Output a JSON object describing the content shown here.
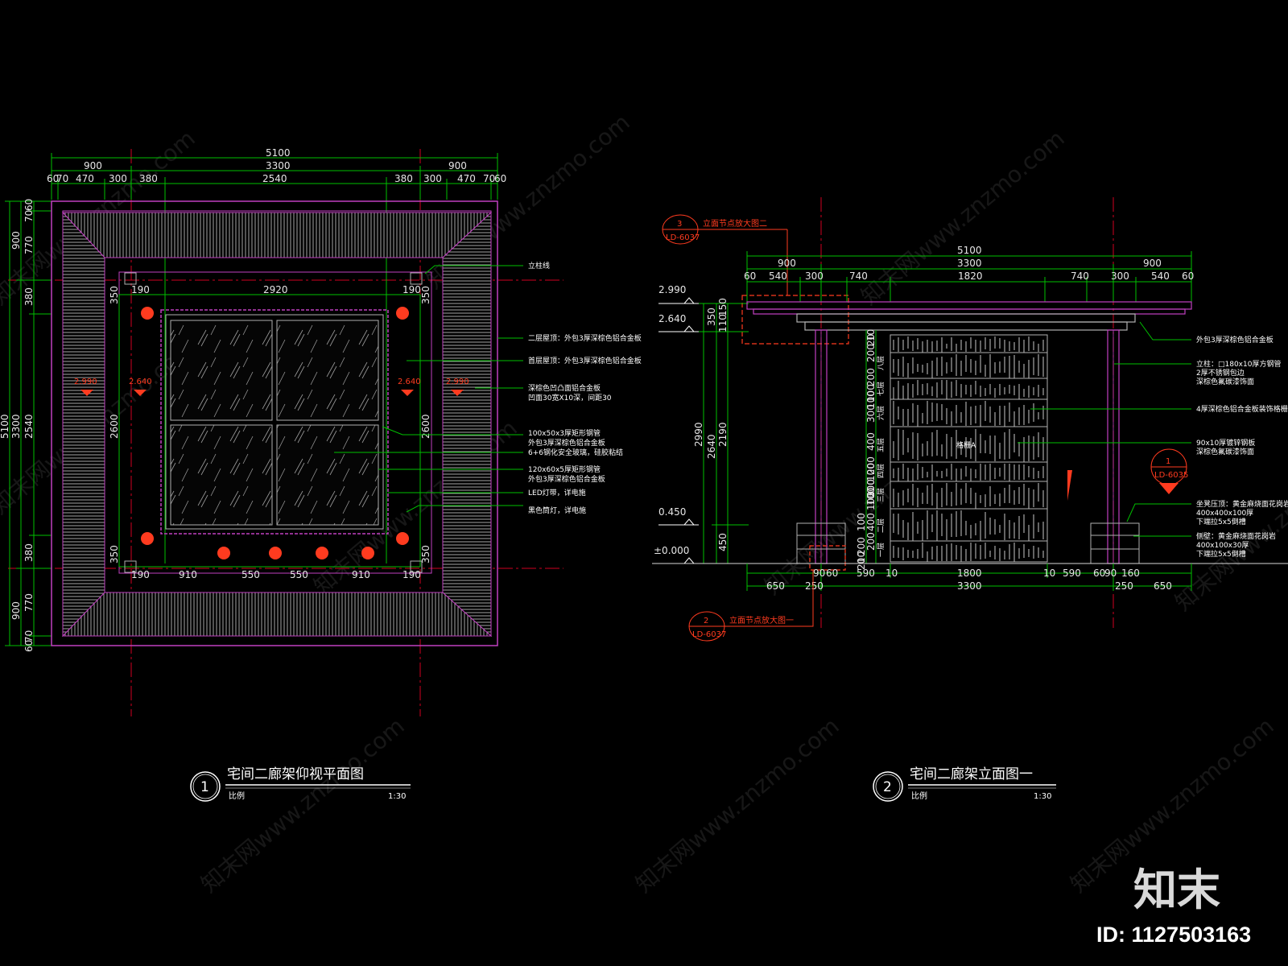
{
  "plan": {
    "dims_top_total": "5100",
    "dims_top_row2": [
      "900",
      "3300",
      "900"
    ],
    "dims_top_row3": [
      "60",
      "70",
      "470",
      "300",
      "380",
      "2540",
      "380",
      "300",
      "470",
      "70",
      "60"
    ],
    "dims_left_total": "5100",
    "dims_left_row2": [
      "900",
      "3300",
      "900"
    ],
    "dims_left_row3": [
      "60",
      "70",
      "770",
      "380",
      "2540",
      "380",
      "770",
      "70",
      "60"
    ],
    "dims_inner_top": [
      "190",
      "2920",
      "190"
    ],
    "dims_inner_bottom": [
      "190",
      "910",
      "550",
      "550",
      "910",
      "190"
    ],
    "dims_inner_left": [
      "350",
      "2600",
      "350"
    ],
    "dims_inner_right": [
      "350",
      "2600",
      "350"
    ],
    "levels": [
      "2.990",
      "2.640",
      "2.640",
      "2.990"
    ],
    "notes": [
      "立柱线",
      "二层屋顶：外包3厚深棕色铝合金板",
      "首层屋顶：外包3厚深棕色铝合金板",
      "深棕色凹凸面铝合金板",
      "凹面30宽X10深，间距30",
      "100x50x3厚矩形钢管",
      "外包3厚深棕色铝合金板",
      "6+6钢化安全玻璃，硅胶粘结",
      "120x60x5厚矩形钢管",
      "外包3厚深棕色铝合金板",
      "LED灯带，详电施",
      "黑色筒灯，详电施"
    ],
    "title": "宅间二廊架仰视平面图",
    "scale_label": "比例",
    "scale_value": "1:30",
    "number": "1"
  },
  "elev": {
    "callout_top": {
      "num": "3",
      "ref": "LD-6037",
      "label": "立面节点放大图二"
    },
    "callout_bottom": {
      "num": "2",
      "ref": "LD-6037",
      "label": "立面节点放大图一"
    },
    "callout_right": {
      "num": "1",
      "ref": "LD-6035"
    },
    "dims_top_total": "5100",
    "dims_top_row2": [
      "900",
      "3300",
      "900"
    ],
    "dims_top_row3": [
      "60",
      "540",
      "300",
      "740",
      "1820",
      "740",
      "300",
      "540",
      "60"
    ],
    "dims_bottom_row1": [
      "90",
      "60",
      "590",
      "10",
      "1800",
      "10",
      "590",
      "60",
      "90",
      "160"
    ],
    "dims_bottom_row2": [
      "650",
      "250",
      "3300",
      "250",
      "650"
    ],
    "dims_left_outer": [
      "350",
      "2990"
    ],
    "dims_left_inner": [
      "150",
      "110",
      "2640",
      "450"
    ],
    "dims_left_inner2": [
      "2190"
    ],
    "panel_dims": [
      "10",
      "200",
      "20",
      "200",
      "100",
      "300",
      "100",
      "400",
      "200",
      "100",
      "200",
      "100",
      "300",
      "100",
      "400",
      "200",
      "100",
      "200",
      "10",
      "20"
    ],
    "panel_rows": [
      "八层",
      "七层",
      "六层",
      "五层",
      "四层",
      "三层",
      "二层",
      "一层"
    ],
    "panel_label": "格栅A",
    "levels": [
      "2.990",
      "2.640",
      "0.450",
      "±0.000"
    ],
    "notes": [
      "外包3厚深棕色铝合金板",
      "立柱：□180x10厚方钢管",
      "2厚不锈钢包边",
      "深棕色氟碳漆饰面",
      "4厚深棕色铝合金板装饰格栅",
      "90x10厚镀锌钢板",
      "深棕色氟碳漆饰面",
      "坐凳压顶：黄金麻烧面花岗岩",
      "400x400x100厚",
      "下端拉5x5倒槽",
      "侧壁：黄金麻烧面花岗岩",
      "400x100x30厚",
      "下端拉5x5倒槽"
    ],
    "title": "宅间二廊架立面图一",
    "scale_label": "比例",
    "scale_value": "1:30",
    "number": "2"
  },
  "watermarks": [
    "知末网www.znzmo.com"
  ],
  "brand": {
    "logo_text": "知末",
    "id_label": "ID: 1127503163"
  },
  "colors": {
    "bg": "#000000",
    "dim": "#00c000",
    "frame": "#c040c0",
    "red": "#ff3b1f",
    "axis": "#d00020",
    "white": "#ffffff"
  }
}
